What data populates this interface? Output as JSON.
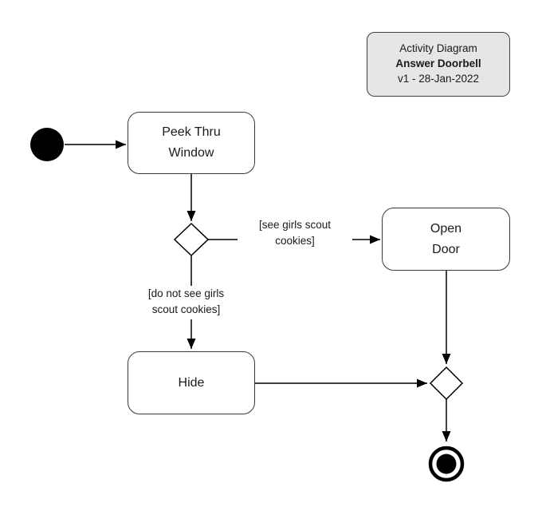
{
  "title_box": {
    "line1": "Activity Diagram",
    "line2": "Answer Doorbell",
    "line3": "v1 - 28-Jan-2022"
  },
  "nodes": {
    "peek_thru_window": {
      "label": "Peek Thru\nWindow"
    },
    "open_door": {
      "label": "Open\nDoor"
    },
    "hide": {
      "label": "Hide"
    }
  },
  "edge_labels": {
    "decision_yes": {
      "label": "[see girls scout\ncookies]"
    },
    "decision_no": {
      "label": "[do not see girls\nscout cookies]"
    }
  },
  "shapes": {
    "initial_node": "filled-circle",
    "decision_node": "diamond",
    "merge_node": "diamond",
    "final_node": "bullseye-circle"
  },
  "colors": {
    "background": "#ffffff",
    "stroke": "#000000",
    "node_fill": "#ffffff",
    "node_border": "#3a3a3a",
    "title_fill": "#e6e6e6",
    "text": "#1a1a1a"
  }
}
